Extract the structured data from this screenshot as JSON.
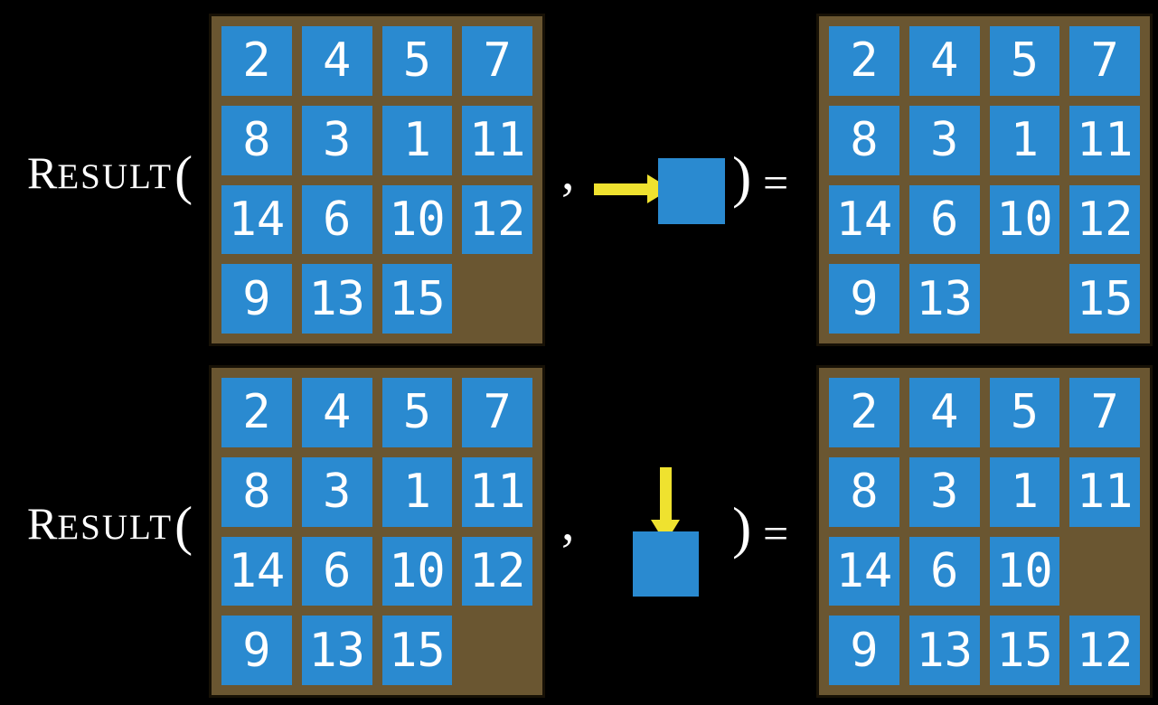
{
  "colors": {
    "background": "#000000",
    "board": "#6a5631",
    "tile": "#2a8ad0",
    "arrow": "#efe22f",
    "text": "#ffffff"
  },
  "notation": {
    "function_initial": "R",
    "function_rest": "ESULT",
    "open_paren": "(",
    "comma": ",",
    "close_paren": ")",
    "equals": "="
  },
  "rows": [
    {
      "move_icon": "right-arrow",
      "input_grid": [
        [
          2,
          4,
          5,
          7
        ],
        [
          8,
          3,
          1,
          11
        ],
        [
          14,
          6,
          10,
          12
        ],
        [
          9,
          13,
          15,
          null
        ]
      ],
      "result_grid": [
        [
          2,
          4,
          5,
          7
        ],
        [
          8,
          3,
          1,
          11
        ],
        [
          14,
          6,
          10,
          12
        ],
        [
          9,
          13,
          null,
          15
        ]
      ]
    },
    {
      "move_icon": "down-arrow",
      "input_grid": [
        [
          2,
          4,
          5,
          7
        ],
        [
          8,
          3,
          1,
          11
        ],
        [
          14,
          6,
          10,
          12
        ],
        [
          9,
          13,
          15,
          null
        ]
      ],
      "result_grid": [
        [
          2,
          4,
          5,
          7
        ],
        [
          8,
          3,
          1,
          11
        ],
        [
          14,
          6,
          10,
          null
        ],
        [
          9,
          13,
          15,
          12
        ]
      ]
    }
  ]
}
